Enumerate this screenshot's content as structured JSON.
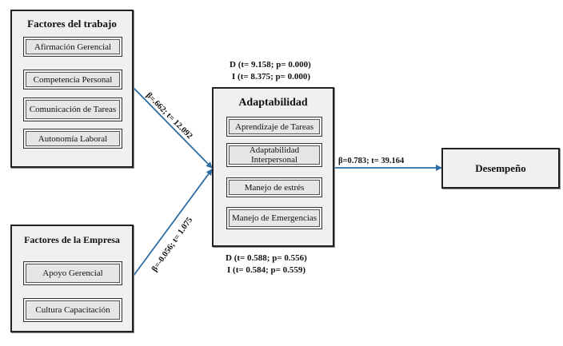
{
  "factores_trabajo": {
    "title": "Factores del trabajo",
    "items": [
      "Afirmación Gerencial",
      "Competencia Personal",
      "Comunicación de Tareas",
      "Autonomía Laboral"
    ]
  },
  "factores_empresa": {
    "title": "Factores de la Empresa",
    "items": [
      "Apoyo Gerencial",
      "Cultura Capacitación"
    ]
  },
  "adaptabilidad": {
    "title": "Adaptabilidad",
    "items": [
      "Aprendizaje de Tareas",
      "Adaptabilidad Interpersonal",
      "Manejo de estrés",
      "Manejo de Emergencias"
    ],
    "stats_top": [
      "D (t= 9.158; p= 0.000)",
      "I (t= 8.375; p= 0.000)"
    ],
    "stats_bottom": [
      "D (t= 0.588; p= 0.556)",
      "I (t= 0.584; p= 0.559)"
    ]
  },
  "desempeno": {
    "title": "Desempeño"
  },
  "paths": {
    "trabajo_to_adapt": "β=.662; t= 12.092",
    "empresa_to_adapt": "β=-0.056; t= 1.075",
    "adapt_to_desempeno": "β=0.783; t= 39.164"
  },
  "colors": {
    "arrow": "#2e6da4",
    "border": "#222222",
    "fill": "#f0f0f0"
  }
}
